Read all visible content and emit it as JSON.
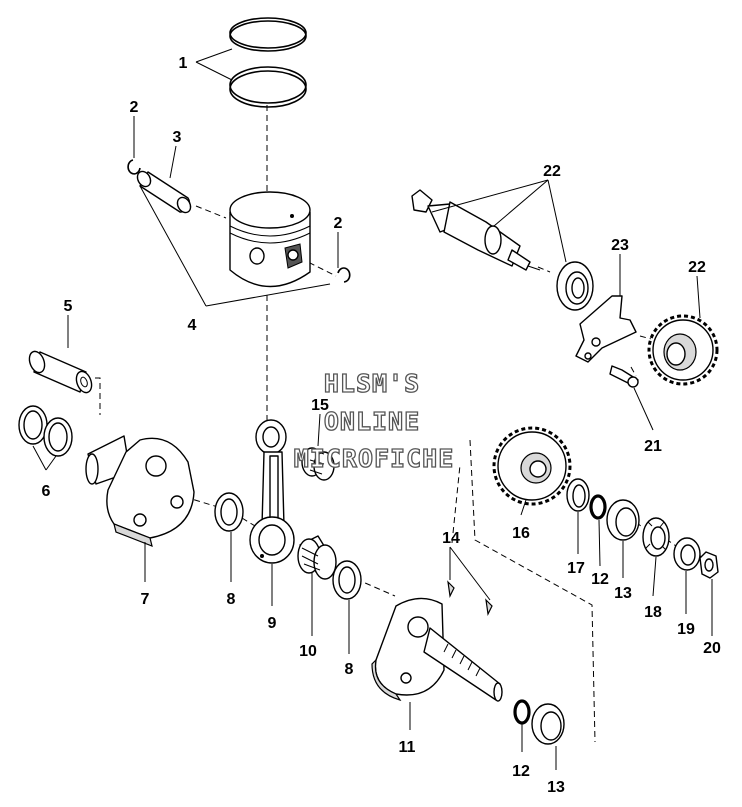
{
  "watermark": {
    "line1": "HLSM'S",
    "line2": "ONLINE",
    "line3": "MICROFICHE"
  },
  "callouts": {
    "c1": "1",
    "c2a": "2",
    "c2b": "2",
    "c3": "3",
    "c4": "4",
    "c5": "5",
    "c6": "6",
    "c7": "7",
    "c8a": "8",
    "c8b": "8",
    "c9": "9",
    "c10": "10",
    "c11": "11",
    "c12a": "12",
    "c12b": "12",
    "c13a": "13",
    "c13b": "13",
    "c14": "14",
    "c15": "15",
    "c16": "16",
    "c17": "17",
    "c18": "18",
    "c19": "19",
    "c20": "20",
    "c21": "21",
    "c22a": "22",
    "c22b": "22",
    "c23": "23"
  }
}
